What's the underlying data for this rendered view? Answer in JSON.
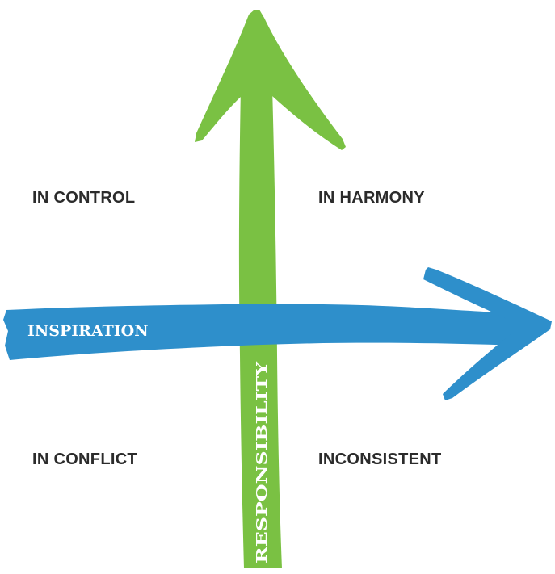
{
  "quadrants": {
    "top_left": "IN CONTROL",
    "top_right": "IN HARMONY",
    "bottom_left": "IN CONFLICT",
    "bottom_right": "INCONSISTENT"
  },
  "arrows": {
    "horizontal_label": "INSPIRATION",
    "vertical_label": "RESPONSIBILITY"
  },
  "colors": {
    "green": "#7ac143",
    "blue": "#2e8fcb",
    "text": "#2b2b2b",
    "background": "#ffffff"
  }
}
